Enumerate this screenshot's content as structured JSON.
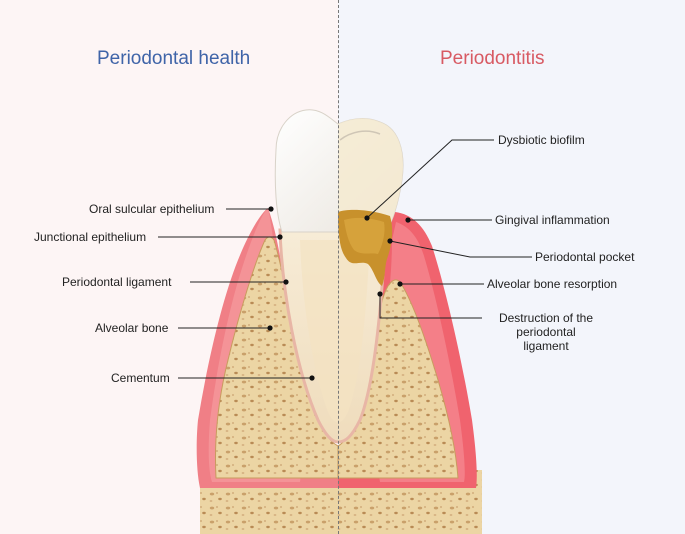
{
  "headings": {
    "left": "Periodontal health",
    "right": "Periodontitis"
  },
  "labels_left": {
    "oral_sulcular_epithelium": "Oral sulcular epithelium",
    "junctional_epithelium": "Junctional epithelium",
    "periodontal_ligament": "Periodontal ligament",
    "alveolar_bone": "Alveolar bone",
    "cementum": "Cementum"
  },
  "labels_right": {
    "dysbiotic_biofilm": "Dysbiotic biofilm",
    "gingival_inflammation": "Gingival inflammation",
    "periodontal_pocket": "Periodontal pocket",
    "alveolar_bone_resorption": "Alveolar bone resorption",
    "destruction_line1": "Destruction of the",
    "destruction_line2": "periodontal",
    "destruction_line3": "ligament"
  },
  "colors": {
    "health_heading": "#3f64a8",
    "periodontitis_heading": "#d85a63",
    "gingiva": "#f07f86",
    "bone": "#ecd5a4",
    "biofilm": "#c8912c"
  }
}
